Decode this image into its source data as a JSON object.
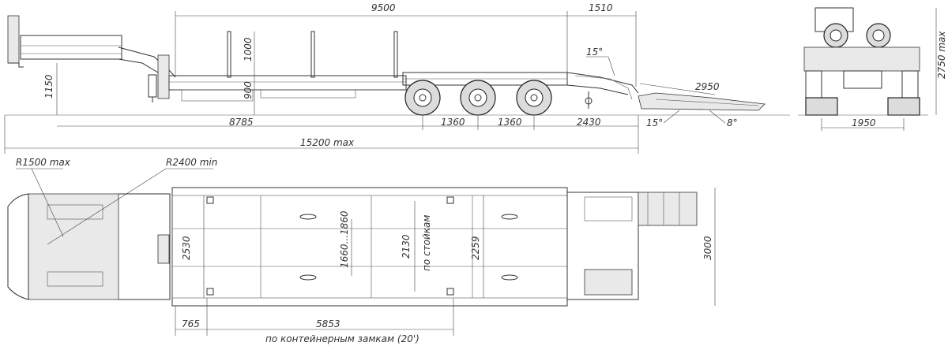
{
  "side_view": {
    "dims": {
      "len_deck": "9500",
      "len_rear_overhang": "1510",
      "ramp_angle_top": "15°",
      "stake_height": "1000",
      "height_front": "1150",
      "deck_height": "900",
      "len_front_to_axle": "8785",
      "axle_spacing_1": "1360",
      "axle_spacing_2": "1360",
      "len_axle_to_ramp": "2430",
      "ramp_length": "2950",
      "ramp_angle_bottom": "15°",
      "ramp_angle_end": "8°",
      "total_length": "15200 max"
    }
  },
  "rear_view": {
    "dims": {
      "height_max": "2750 max",
      "track_width": "1950"
    }
  },
  "top_view": {
    "dims": {
      "turn_radius_max": "R1500 max",
      "turn_radius_min": "R2400 min",
      "width_overall": "2530",
      "width_inner": "1660...1860",
      "width_stakes": "2130",
      "width_stakes_label": "по стойкам",
      "width_deck": "2259",
      "width_total": "3000",
      "offset_front": "765",
      "container_lock_spacing": "5853",
      "container_lock_label": "по контейнерным замкам (20')"
    }
  }
}
